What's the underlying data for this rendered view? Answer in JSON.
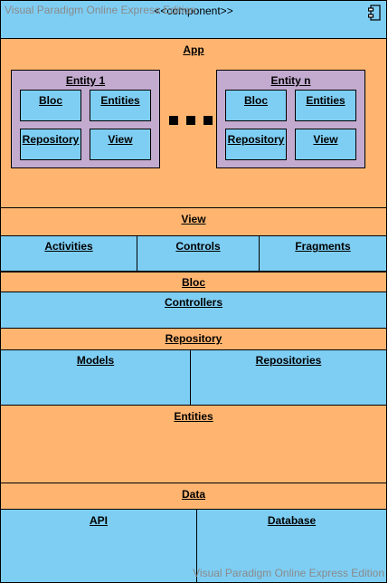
{
  "watermark": "Visual Paradigm Online Express Edition",
  "component": {
    "stereotype": "<<component>>",
    "icon": "component-icon"
  },
  "app": {
    "title": "App",
    "entity1": {
      "title": "Entity 1 ",
      "bloc": "Bloc",
      "entities": "Entities",
      "repository": "Repository",
      "view": "View"
    },
    "entityn": {
      "title": "Entity n",
      "bloc": "Bloc",
      "entities": "Entities",
      "repository": "Repository",
      "view": "View"
    }
  },
  "view": {
    "title": "View",
    "activities": "Activities",
    "controls": "Controls",
    "fragments": "Fragments"
  },
  "bloc": {
    "title": "Bloc",
    "controllers": "Controllers"
  },
  "repository": {
    "title": "Repository",
    "models": "Models",
    "repositories": "Repositories"
  },
  "entities": {
    "title": "Entities"
  },
  "data": {
    "title": "Data",
    "api": "API",
    "database": "Database"
  },
  "colors": {
    "blue": "#7ecef4",
    "orange": "#ffb570",
    "purple": "#c3abd0"
  }
}
